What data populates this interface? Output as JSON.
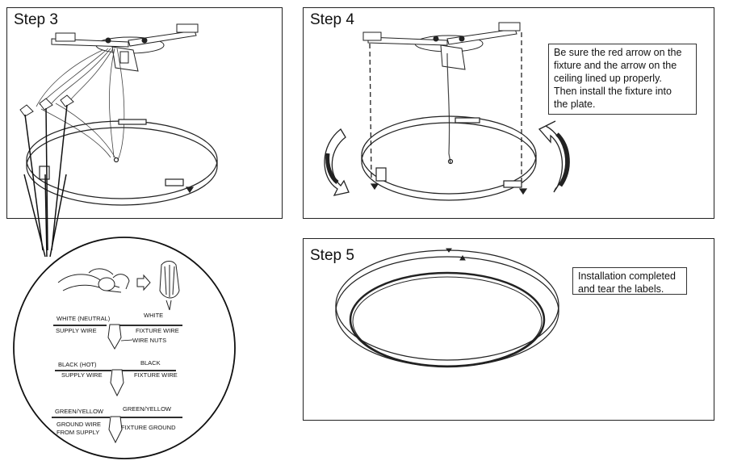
{
  "step3": {
    "title": "Step 3"
  },
  "step4": {
    "title": "Step 4",
    "note_lines": [
      "Be sure the red arrow on the",
      "fixture and the arrow on the",
      "ceiling lined up properly.",
      "Then install the fixture into",
      "the plate."
    ]
  },
  "step5": {
    "title": "Step 5",
    "note_lines": [
      "Installation completed",
      "and tear the labels."
    ]
  },
  "wiring": {
    "white_neutral": "WHITE (NEUTRAL)",
    "white": "WHITE",
    "supply_wire_1": "SUPPLY WIRE",
    "fixture_wire_1": "FIXTURE WIRE",
    "wire_nuts": "WIRE NUTS",
    "black_hot": "BLACK (HOT)",
    "black": "BLACK",
    "supply_wire_2": "SUPPLY WIRE",
    "fixture_wire_2": "FIXTURE WIRE",
    "green_yellow_left": "GREEN/YELLOW",
    "green_yellow_right": "GREEN/YELLOW",
    "ground_wire_line1": "GROUND WIRE",
    "ground_wire_line2": "FROM SUPPLY",
    "fixture_ground": "FIXTURE GROUND"
  }
}
